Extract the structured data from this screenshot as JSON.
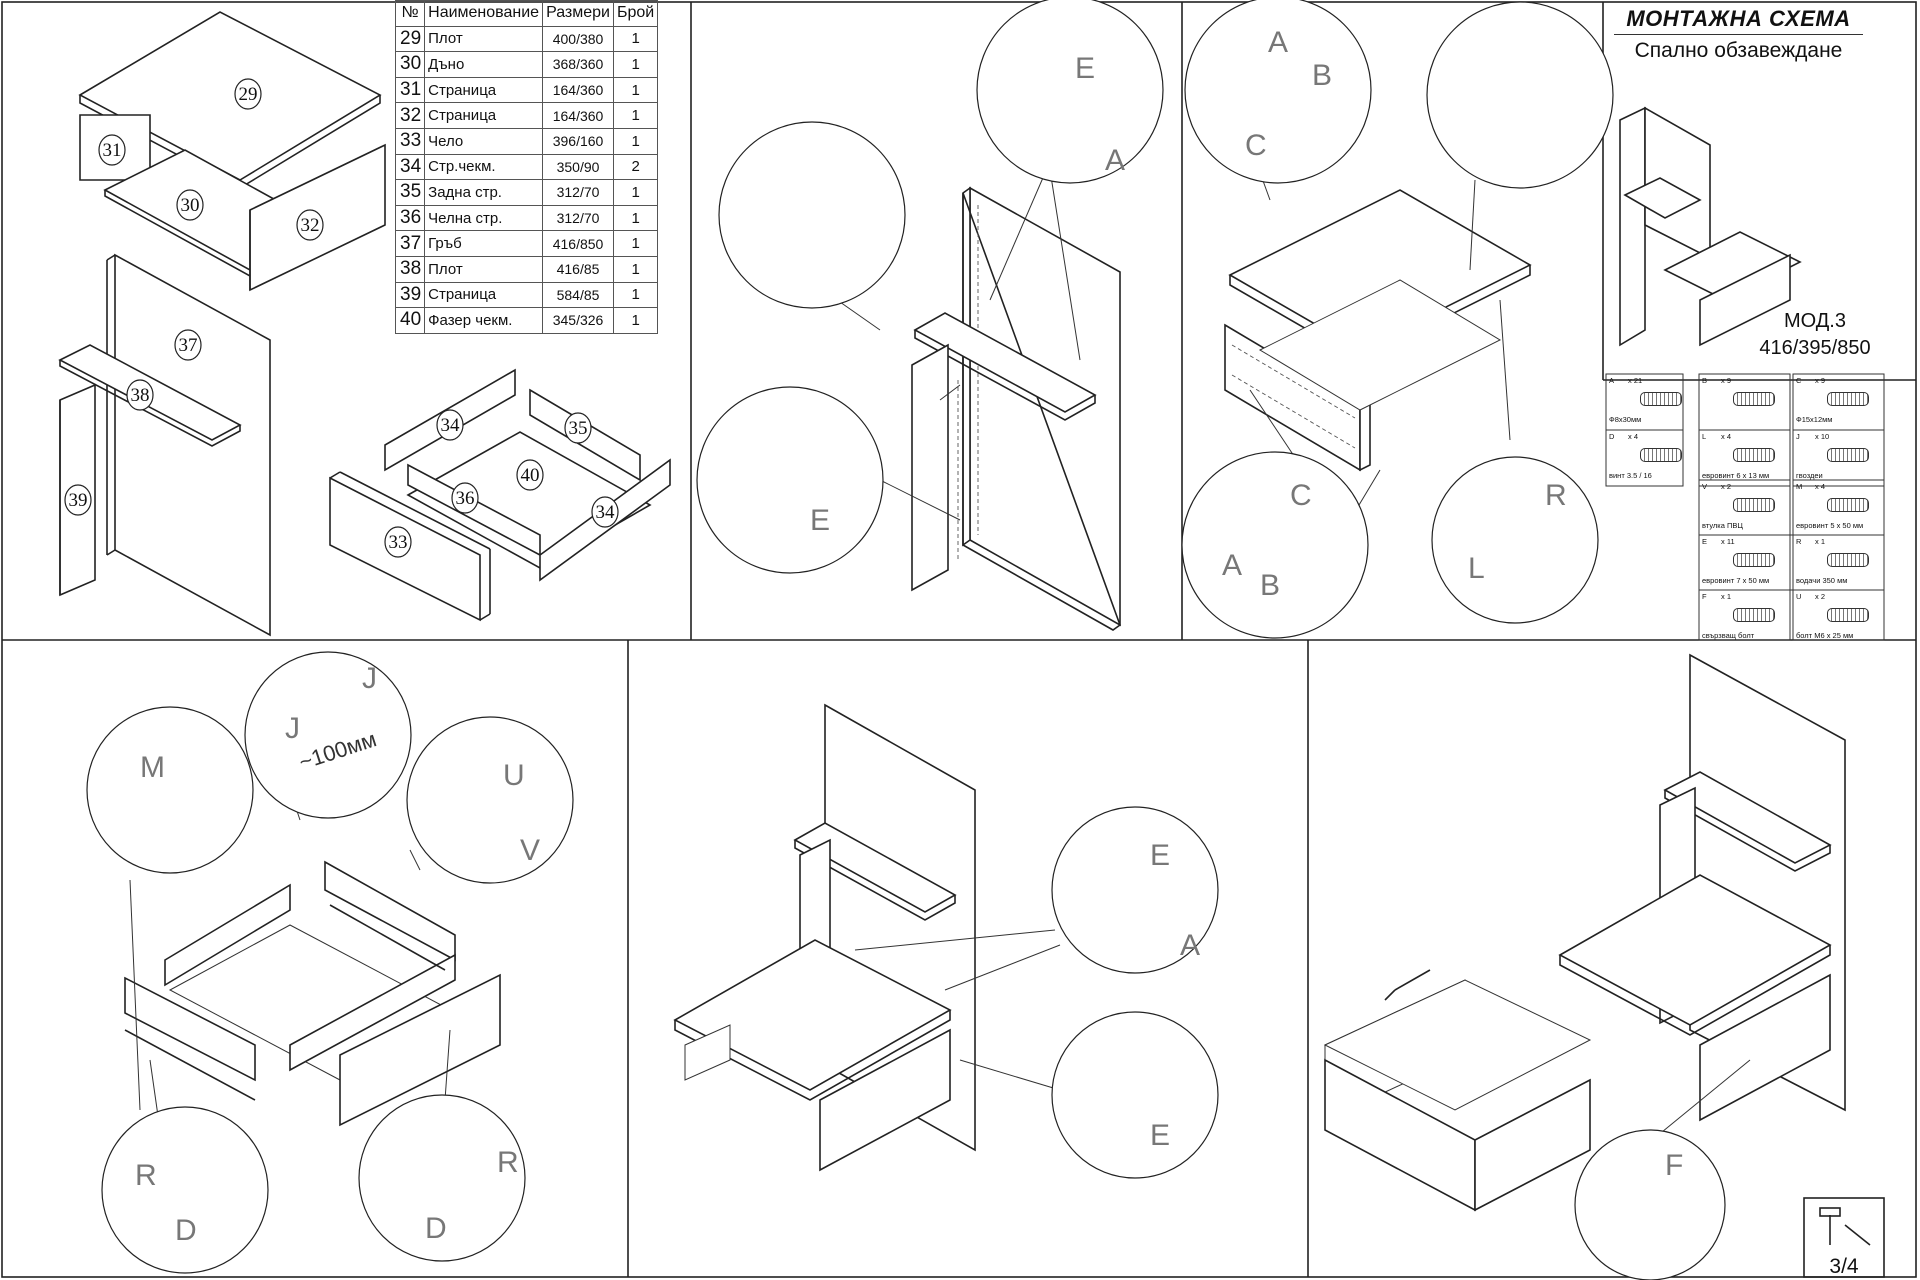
{
  "title": {
    "main": "МОНТАЖНА СХЕМА",
    "sub": "Спално обзавеждане"
  },
  "model": {
    "name": "МОД.3",
    "dims": "416/395/850"
  },
  "page": "3/4",
  "parts_table": {
    "headers": [
      "№",
      "Наименование",
      "Размери",
      "Брой"
    ],
    "rows": [
      {
        "no": "29",
        "name": "Плот",
        "size": "400/380",
        "qty": "1"
      },
      {
        "no": "30",
        "name": "Дъно",
        "size": "368/360",
        "qty": "1"
      },
      {
        "no": "31",
        "name": "Страница",
        "size": "164/360",
        "qty": "1"
      },
      {
        "no": "32",
        "name": "Страница",
        "size": "164/360",
        "qty": "1"
      },
      {
        "no": "33",
        "name": "Чело",
        "size": "396/160",
        "qty": "1"
      },
      {
        "no": "34",
        "name": "Стр.чекм.",
        "size": "350/90",
        "qty": "2"
      },
      {
        "no": "35",
        "name": "Задна стр.",
        "size": "312/70",
        "qty": "1"
      },
      {
        "no": "36",
        "name": "Челна стр.",
        "size": "312/70",
        "qty": "1"
      },
      {
        "no": "37",
        "name": "Гръб",
        "size": "416/850",
        "qty": "1"
      },
      {
        "no": "38",
        "name": "Плот",
        "size": "416/85",
        "qty": "1"
      },
      {
        "no": "39",
        "name": "Страница",
        "size": "584/85",
        "qty": "1"
      },
      {
        "no": "40",
        "name": "Фазер чекм.",
        "size": "345/326",
        "qty": "1"
      }
    ]
  },
  "hardware": [
    {
      "tag": "A",
      "qty": "x 21",
      "desc": "Ф8х30мм",
      "icon": "dowel-icon"
    },
    {
      "tag": "B",
      "qty": "x 9",
      "desc": "",
      "icon": "euroscrew-icon"
    },
    {
      "tag": "C",
      "qty": "x 9",
      "desc": "Ф15х12мм",
      "icon": "cam-lock-icon"
    },
    {
      "tag": "D",
      "qty": "x 4",
      "desc": "винт 3.5 / 16",
      "icon": "wood-screw-icon"
    },
    {
      "tag": "L",
      "qty": "x 4",
      "desc": "евровинт 6 х 13 мм",
      "icon": "euroscrew-short-icon"
    },
    {
      "tag": "J",
      "qty": "x 10",
      "desc": "гвоздеи",
      "icon": "nail-icon"
    },
    {
      "tag": "V",
      "qty": "x 2",
      "desc": "втулка ПВЦ",
      "icon": "bushing-icon"
    },
    {
      "tag": "M",
      "qty": "x 4",
      "desc": "евровинт 5 х 50 мм",
      "icon": "long-screw-icon"
    },
    {
      "tag": "E",
      "qty": "x 11",
      "desc": "евровинт 7 х 50 мм",
      "icon": "euroscrew-long-icon"
    },
    {
      "tag": "R",
      "qty": "x 1",
      "desc": "водачи 350 мм",
      "icon": "drawer-runner-icon"
    },
    {
      "tag": "F",
      "qty": "x 1",
      "desc": "свързващ болт",
      "icon": "connecting-bolt-icon"
    },
    {
      "tag": "U",
      "qty": "x 2",
      "desc": "болт М6 х 25 мм",
      "icon": "bolt-icon"
    }
  ],
  "part_labels": [
    "29",
    "30",
    "31",
    "32",
    "37",
    "38",
    "39",
    "34",
    "35",
    "40",
    "36",
    "34",
    "33"
  ],
  "callout_letters": {
    "s2": [
      "E",
      "A",
      "E"
    ],
    "s3": [
      "A",
      "B",
      "C",
      "C",
      "A",
      "B",
      "R",
      "L"
    ],
    "s4": [
      "M",
      "J",
      "J",
      "U",
      "V",
      "R",
      "D",
      "D",
      "R"
    ],
    "s5": [
      "E",
      "A",
      "E"
    ],
    "s6": [
      "F"
    ]
  },
  "dimension_note": "~100мм"
}
